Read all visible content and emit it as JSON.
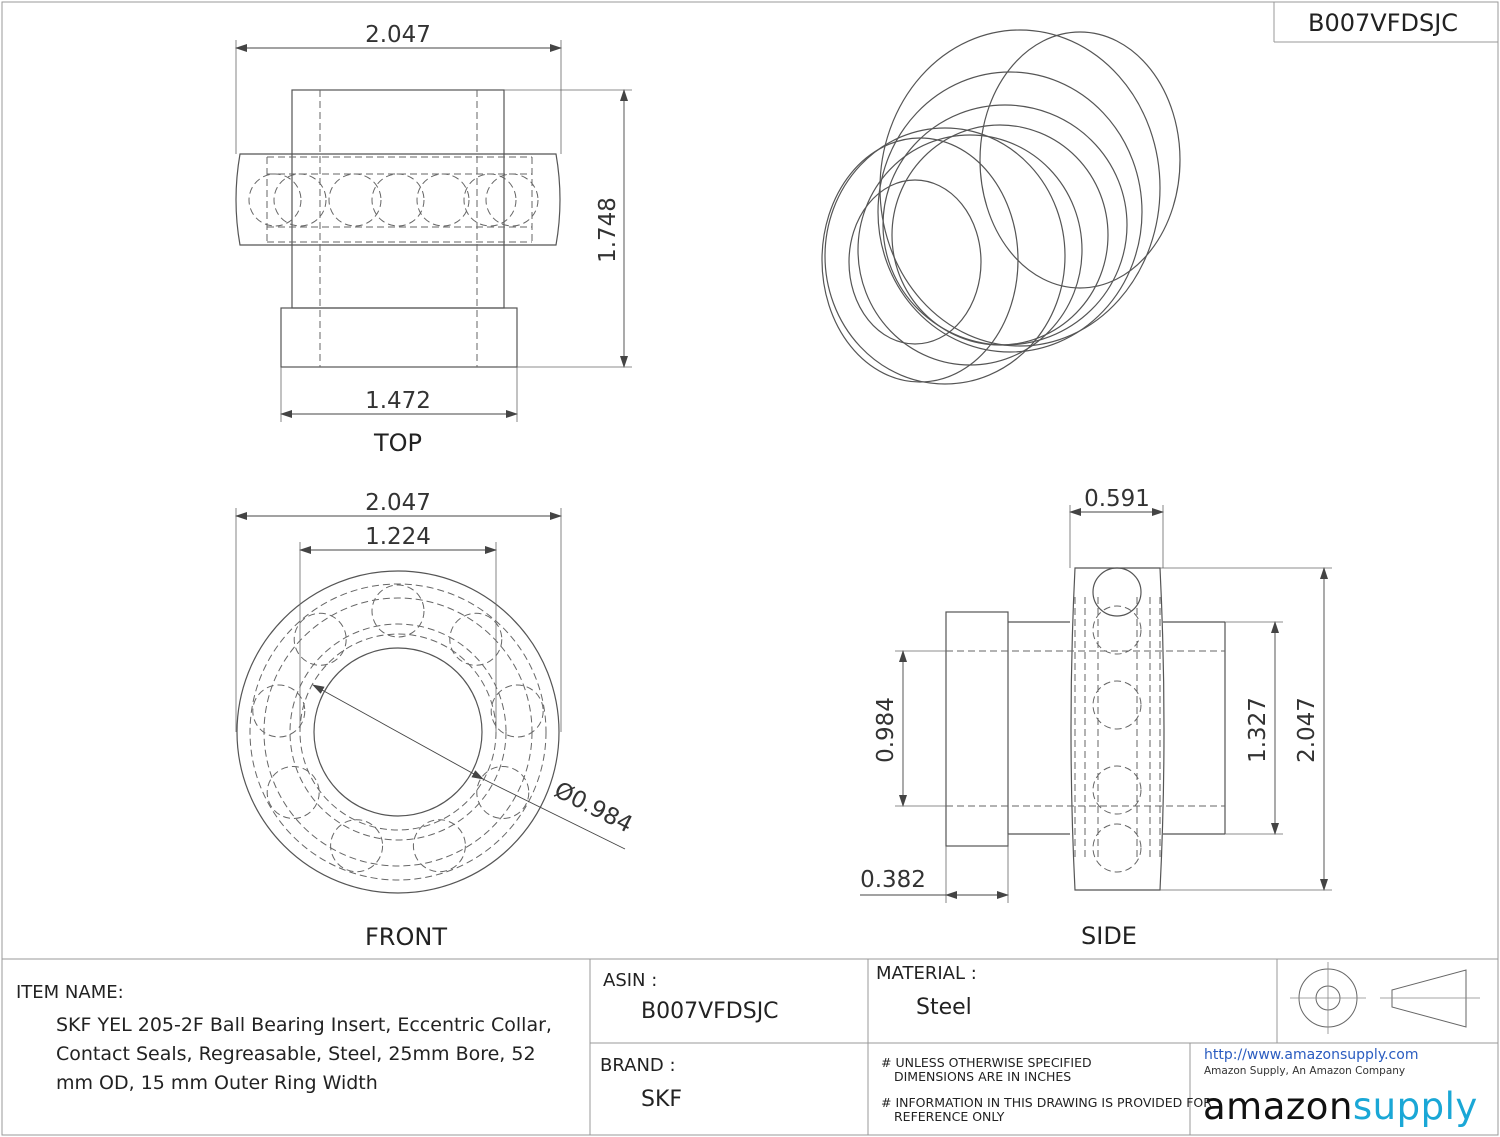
{
  "header": {
    "part_number": "B007VFDSJC"
  },
  "views": {
    "top": {
      "label": "TOP",
      "dim_width": "2.047",
      "dim_height": "1.748",
      "dim_collar": "1.472"
    },
    "front": {
      "label": "FRONT",
      "dim_outer": "2.047",
      "dim_inner": "1.224",
      "dim_bore": "Ø0.984"
    },
    "side": {
      "label": "SIDE",
      "dim_width": "0.591",
      "dim_bore": "0.984",
      "dim_shoulder": "1.327",
      "dim_outer": "2.047",
      "dim_collar": "0.382"
    }
  },
  "title_block": {
    "item_name_label": "ITEM NAME:",
    "item_name": "SKF YEL 205-2F Ball Bearing Insert, Eccentric Collar, Contact Seals, Regreasable, Steel, 25mm Bore, 52 mm OD, 15 mm Outer Ring Width",
    "asin_label": "ASIN :",
    "asin": "B007VFDSJC",
    "brand_label": "BRAND :",
    "brand": "SKF",
    "material_label": "MATERIAL :",
    "material": "Steel",
    "note1_line1": "# UNLESS OTHERWISE SPECIFIED",
    "note1_line2": "DIMENSIONS ARE IN INCHES",
    "note2_line1": "# INFORMATION IN THIS DRAWING IS PROVIDED FOR",
    "note2_line2": "REFERENCE ONLY",
    "url": "http://www.amazonsupply.com",
    "tagline": "Amazon Supply, An Amazon Company",
    "logo_part1": "amazon",
    "logo_part2": "supply"
  }
}
